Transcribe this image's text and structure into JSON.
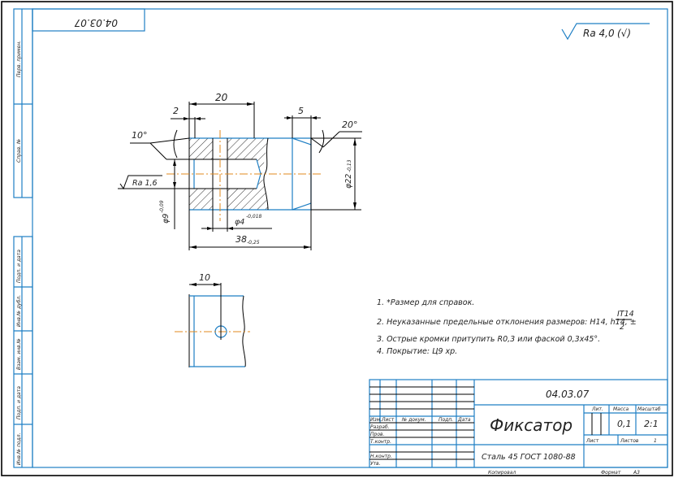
{
  "sheet": {
    "doc_code_top": "04.03.07",
    "roughness_general": "Ra 4,0",
    "roughness_general_suffix": "(√)",
    "side_strip": {
      "top_labels": [
        "Перв. примен.",
        "Справ. №"
      ],
      "bottom_labels": [
        "Подп. и дата",
        "Инв.№ дубл.",
        "Взам. инв.№",
        "Подп. и дата",
        "Инв.№ подл."
      ]
    }
  },
  "main_view": {
    "dims": {
      "d20": "20",
      "d2": "2",
      "d5": "5",
      "angle10": "10°",
      "angle20": "20°",
      "ra16": "Ra 1,6",
      "phi9": "φ9",
      "phi9_tol": "-0,09",
      "phi4": "φ4",
      "phi4_tol": "-0,018",
      "phi22": "φ22",
      "phi22_tol": "-0,13",
      "d38": "38",
      "d38_tol": "-0,25"
    }
  },
  "top_view": {
    "dims": {
      "d10": "10"
    }
  },
  "notes": [
    "1. *Размер для справок.",
    "2. Неуказанные предельные отклонения размеров: H14, h14, ±",
    "3. Острые кромки притупить R0,3 или фаской 0,3x45°.",
    "4. Покрытие: Ц9 хр."
  ],
  "note2_fraction": {
    "num": "IT14",
    "den": "2"
  },
  "title_block": {
    "doc_code": "04.03.07",
    "part_name": "Фиксатор",
    "material": "Сталь 45 ГОСТ 1080-88",
    "col_headers": [
      "Изм.",
      "Лист",
      "№ докум.",
      "Подп.",
      "Дата"
    ],
    "row_labels": [
      "Разраб.",
      "Пров.",
      "Т.контр.",
      "",
      "Н.контр.",
      "Утв."
    ],
    "lit_label": "Лит.",
    "mass_label": "Масса",
    "scale_label": "Масштаб",
    "mass_value": "0,1",
    "scale_value": "2:1",
    "sheet_label": "Лист",
    "sheets_label": "Листов",
    "sheets_value": "1",
    "copied_label": "Копировал",
    "format_label": "Формат",
    "format_value": "A3"
  }
}
